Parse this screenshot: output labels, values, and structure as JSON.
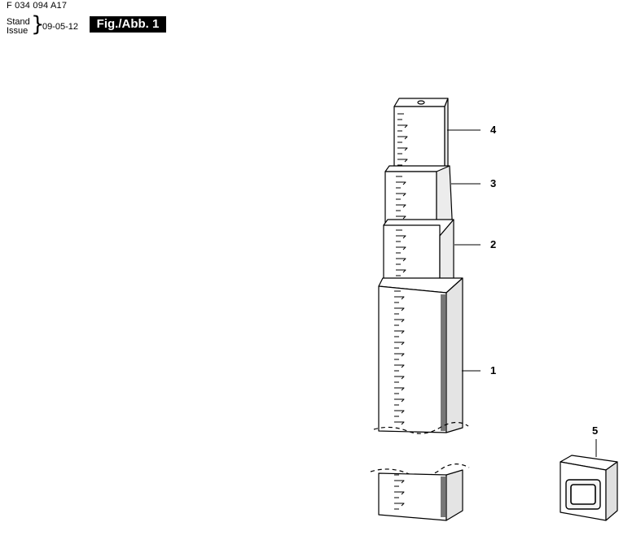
{
  "header": {
    "part_number": "F 034 094 A17",
    "stand_label": "Stand",
    "issue_label": "Issue",
    "date": "09-05-12",
    "figure_label": "Fig./Abb. 1"
  },
  "callouts": [
    {
      "number": "4"
    },
    {
      "number": "3"
    },
    {
      "number": "2"
    },
    {
      "number": "1"
    },
    {
      "number": "5"
    }
  ]
}
